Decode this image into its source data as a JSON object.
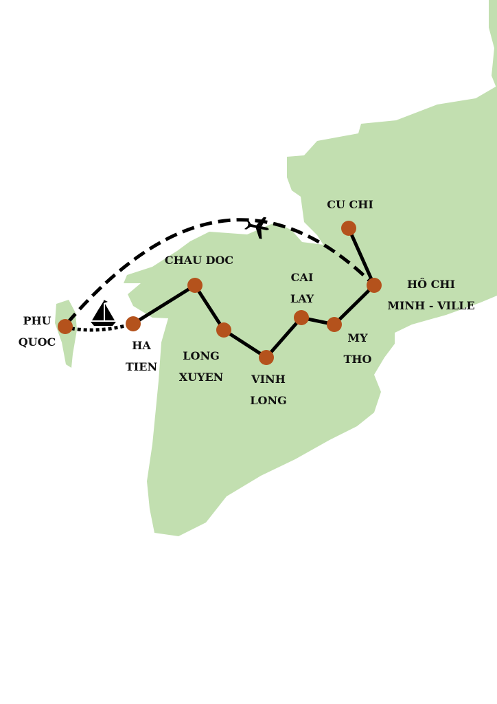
{
  "colors": {
    "land": "#c2dfb0",
    "stop": "#b4521c",
    "route": "#000000"
  },
  "cities": [
    {
      "name": "PHU QUOC",
      "lines": [
        "PHU",
        "QUOC"
      ]
    },
    {
      "name": "HA TIEN",
      "lines": [
        "HA",
        "TIEN"
      ]
    },
    {
      "name": "CHAU DOC",
      "lines": [
        "CHAU DOC"
      ]
    },
    {
      "name": "LONG XUYEN",
      "lines": [
        "LONG",
        "XUYEN"
      ]
    },
    {
      "name": "VINH LONG",
      "lines": [
        "VINH",
        "LONG"
      ]
    },
    {
      "name": "CAI LAY",
      "lines": [
        "CAI",
        "LAY"
      ]
    },
    {
      "name": "MY THO",
      "lines": [
        "MY",
        "THO"
      ]
    },
    {
      "name": "HÔ CHI MINH - VILLE",
      "lines": [
        "HÔ CHI",
        "MINH - VILLE"
      ]
    },
    {
      "name": "CU CHI",
      "lines": [
        "CU CHI"
      ]
    }
  ],
  "icons": {
    "flight": "airplane-icon",
    "boat": "sailboat-icon"
  }
}
